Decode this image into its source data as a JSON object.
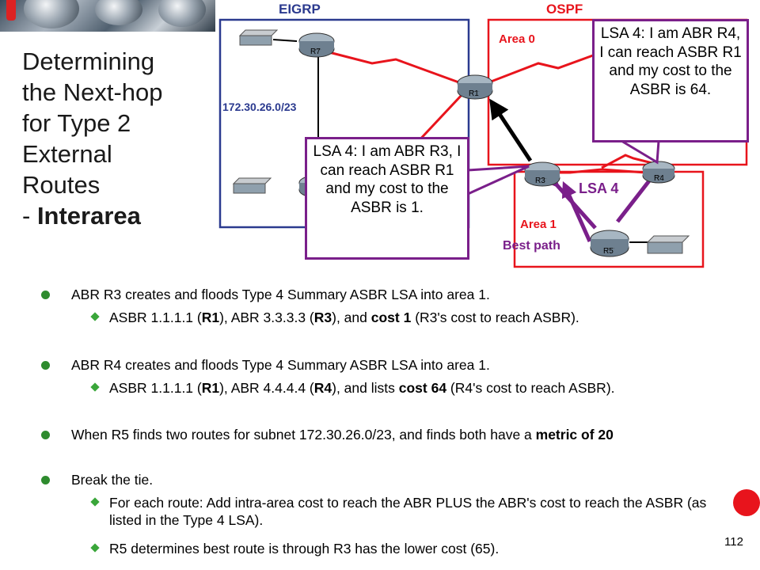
{
  "title": {
    "lines": [
      "Determining",
      "the Next-hop",
      "for Type 2",
      "External",
      "Routes"
    ],
    "dash": "- ",
    "emphasis": "Interarea"
  },
  "diagram": {
    "eigrp_label": "EIGRP",
    "ospf_label": "OSPF",
    "area0_label": "Area 0",
    "area1_label": "Area 1",
    "subnet_label": "172.30.26.0/23",
    "lsa4_label": "LSA 4",
    "best_path_label": "Best path",
    "routers": [
      "R7",
      "R1",
      "R3",
      "R4",
      "R5"
    ],
    "colors": {
      "eigrp_box": "#2b3a8f",
      "ospf_box": "#e8141c",
      "arrow": "#7a1f8a",
      "link": "#e8141c"
    }
  },
  "callouts": {
    "r4": "LSA 4: I am ABR R4, I can reach ASBR R1 and my cost to the ASBR is 64.",
    "r3": "LSA 4: I am ABR R3, I can reach ASBR R1 and my cost to the ASBR is 1."
  },
  "bullets": {
    "b1": "ABR R3 creates and floods Type 4 Summary ASBR LSA into area 1.",
    "b1a": {
      "t1": "ASBR 1.1.1.1 (",
      "s1": "R1",
      "t2": "), ABR 3.3.3.3 (",
      "s2": "R3",
      "t3": "), and ",
      "s3": "cost 1",
      "t4": " (R3's cost to reach ASBR)."
    },
    "b2": "ABR R4 creates and floods Type 4 Summary ASBR LSA into area 1.",
    "b2a": {
      "t1": "ASBR 1.1.1.1 (",
      "s1": "R1",
      "t2": "), ABR 4.4.4.4 (",
      "s2": "R4",
      "t3": "), and lists ",
      "s3": "cost 64",
      "t4": " (R4's cost to reach ASBR)."
    },
    "b3": {
      "t1": "When R5 finds two routes for subnet 172.30.26.0/23, and finds both have a ",
      "s1": "metric of 20"
    },
    "b4": "Break the tie.",
    "b4a": "For each route: Add intra-area cost to reach the ABR PLUS the ABR's cost to reach the ASBR (as listed in the Type 4 LSA).",
    "b4b": "R5 determines best route is through R3 has the lower cost (65)."
  },
  "page_number": "112"
}
